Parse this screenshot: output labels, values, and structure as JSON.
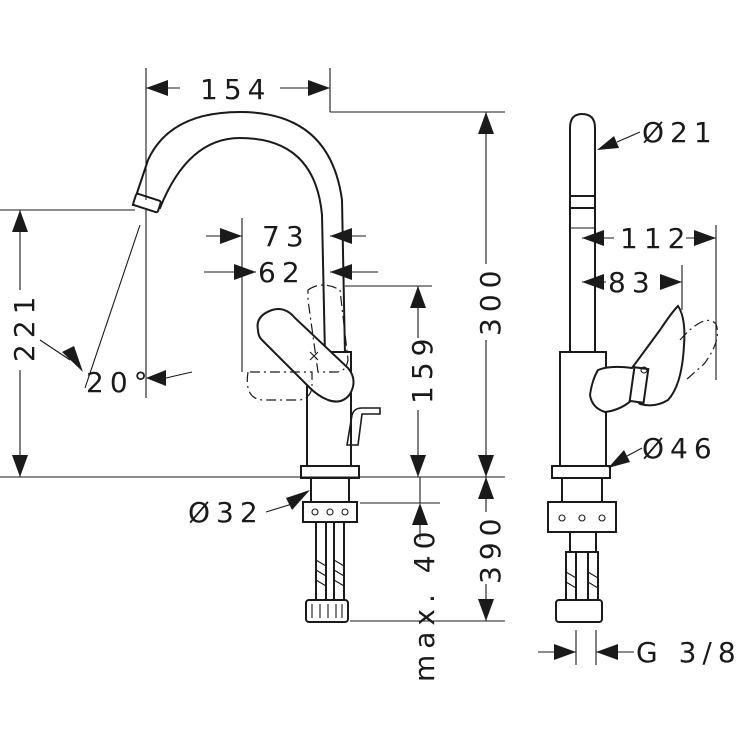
{
  "front_view": {
    "width_label": "154",
    "height_left_label": "221",
    "angle_label": "20°",
    "offset_a_label": "73",
    "offset_b_label": "62",
    "lever_height_label": "159",
    "height_total_label": "300",
    "base_diameter_label": "Ø32",
    "shank_min_label": "max. 40",
    "shank_length_label": "390"
  },
  "side_view": {
    "spout_diameter_label": "Ø21",
    "reach_a_label": "112",
    "reach_b_label": "83",
    "base_diameter_label": "Ø46",
    "thread_label": "G 3/8"
  }
}
